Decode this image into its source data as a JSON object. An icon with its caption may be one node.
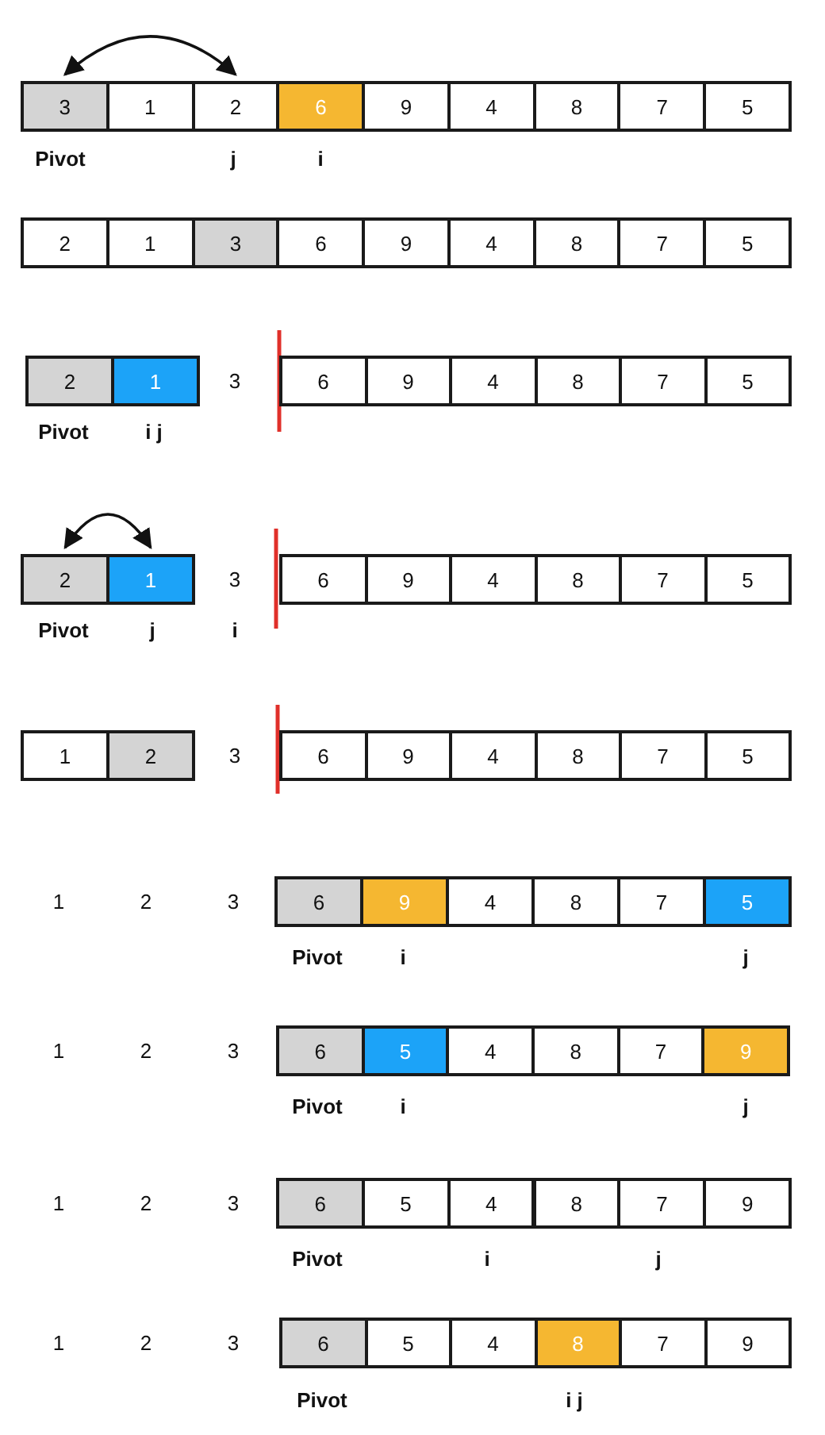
{
  "diagram": {
    "nodes": [
      {
        "text": [
          "3"
        ]
      },
      {
        "text": [
          "1"
        ]
      },
      {
        "text": [
          "2"
        ]
      },
      {
        "text": [
          "6"
        ]
      },
      {
        "text": [
          "9"
        ]
      },
      {
        "text": [
          "4"
        ]
      },
      {
        "text": [
          "8"
        ]
      },
      {
        "text": [
          "7"
        ]
      },
      {
        "text": [
          "5"
        ]
      },
      {
        "text": [
          "2"
        ]
      },
      {
        "text": [
          "1"
        ]
      },
      {
        "text": [
          "3"
        ]
      },
      {
        "text": [
          "6"
        ]
      },
      {
        "text": [
          "9"
        ]
      },
      {
        "text": [
          "4"
        ]
      },
      {
        "text": [
          "8"
        ]
      },
      {
        "text": [
          "7"
        ]
      },
      {
        "text": [
          "5"
        ]
      },
      {
        "text": [
          "2"
        ]
      },
      {
        "text": [
          "1"
        ]
      },
      {
        "text": [
          "6"
        ]
      },
      {
        "text": [
          "9"
        ]
      },
      {
        "text": [
          "4"
        ]
      },
      {
        "text": [
          "8"
        ]
      },
      {
        "text": [
          "7"
        ]
      },
      {
        "text": [
          "5"
        ]
      },
      {
        "text": [
          "2"
        ]
      },
      {
        "text": [
          "1"
        ]
      },
      {
        "text": [
          "6"
        ]
      },
      {
        "text": [
          "9"
        ]
      },
      {
        "text": [
          "4"
        ]
      },
      {
        "text": [
          "8"
        ]
      },
      {
        "text": [
          "7"
        ]
      },
      {
        "text": [
          "5"
        ]
      },
      {
        "text": [
          "1"
        ]
      },
      {
        "text": [
          "2"
        ]
      },
      {
        "text": [
          "6"
        ]
      },
      {
        "text": [
          "9"
        ]
      },
      {
        "text": [
          "4"
        ]
      },
      {
        "text": [
          "8"
        ]
      },
      {
        "text": [
          "7"
        ]
      },
      {
        "text": [
          "5"
        ]
      },
      {
        "text": [
          "6"
        ]
      },
      {
        "text": [
          "9"
        ]
      },
      {
        "text": [
          "4"
        ]
      },
      {
        "text": [
          "8"
        ]
      },
      {
        "text": [
          "7"
        ]
      },
      {
        "text": [
          "5"
        ]
      },
      {
        "text": [
          "6"
        ]
      },
      {
        "text": [
          "5"
        ]
      },
      {
        "text": [
          "4"
        ]
      },
      {
        "text": [
          "8"
        ]
      },
      {
        "text": [
          "7"
        ]
      },
      {
        "text": [
          "9"
        ]
      },
      {
        "text": [
          "6"
        ]
      },
      {
        "text": [
          "5"
        ]
      },
      {
        "text": [
          "4"
        ]
      },
      {
        "text": [
          "8"
        ]
      },
      {
        "text": [
          "7"
        ]
      },
      {
        "text": [
          "9"
        ]
      },
      {
        "text": [
          "6"
        ]
      },
      {
        "text": [
          "5"
        ]
      },
      {
        "text": [
          "4"
        ]
      },
      {
        "text": [
          "8"
        ]
      },
      {
        "text": [
          "7"
        ]
      },
      {
        "text": [
          "9"
        ]
      }
    ],
    "edges": [
      {
        "from": 0,
        "to": 2,
        "arrow": "both"
      },
      {
        "from": 26,
        "to": 27,
        "arrow": "both"
      }
    ],
    "labels": [
      "Pivot",
      "j",
      "i",
      "3",
      "Pivot",
      "i j",
      "3",
      "Pivot",
      "j",
      "i",
      "3",
      "1",
      "2",
      "3",
      "Pivot",
      "i",
      "j",
      "1",
      "2",
      "3",
      "Pivot",
      "i",
      "j",
      "1",
      "2",
      "3",
      "Pivot",
      "i",
      "j",
      "1",
      "2",
      "3",
      "Pivot",
      "i j"
    ]
  }
}
